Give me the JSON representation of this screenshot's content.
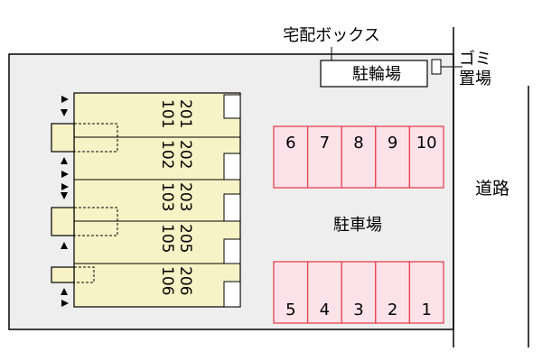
{
  "labels": {
    "delivery_box": "宅配ボックス",
    "bicycle_parking": "駐輪場",
    "garbage_line1": "ゴミ",
    "garbage_line2": "置場",
    "road": "道路",
    "parking_lot": "駐車場"
  },
  "parking": {
    "top_row": [
      "6",
      "7",
      "8",
      "9",
      "10"
    ],
    "bottom_row": [
      "5",
      "4",
      "3",
      "2",
      "1"
    ]
  },
  "units": [
    {
      "upper": "201",
      "lower": "101"
    },
    {
      "upper": "202",
      "lower": "102"
    },
    {
      "upper": "203",
      "lower": "103"
    },
    {
      "upper": "205",
      "lower": "105"
    },
    {
      "upper": "206",
      "lower": "106"
    }
  ],
  "colors": {
    "building_fill": "#f7f3c6",
    "parking_fill": "#fde2ea",
    "parking_stroke": "#e8424d",
    "site_fill": "#eeeeee",
    "line": "#000000"
  }
}
